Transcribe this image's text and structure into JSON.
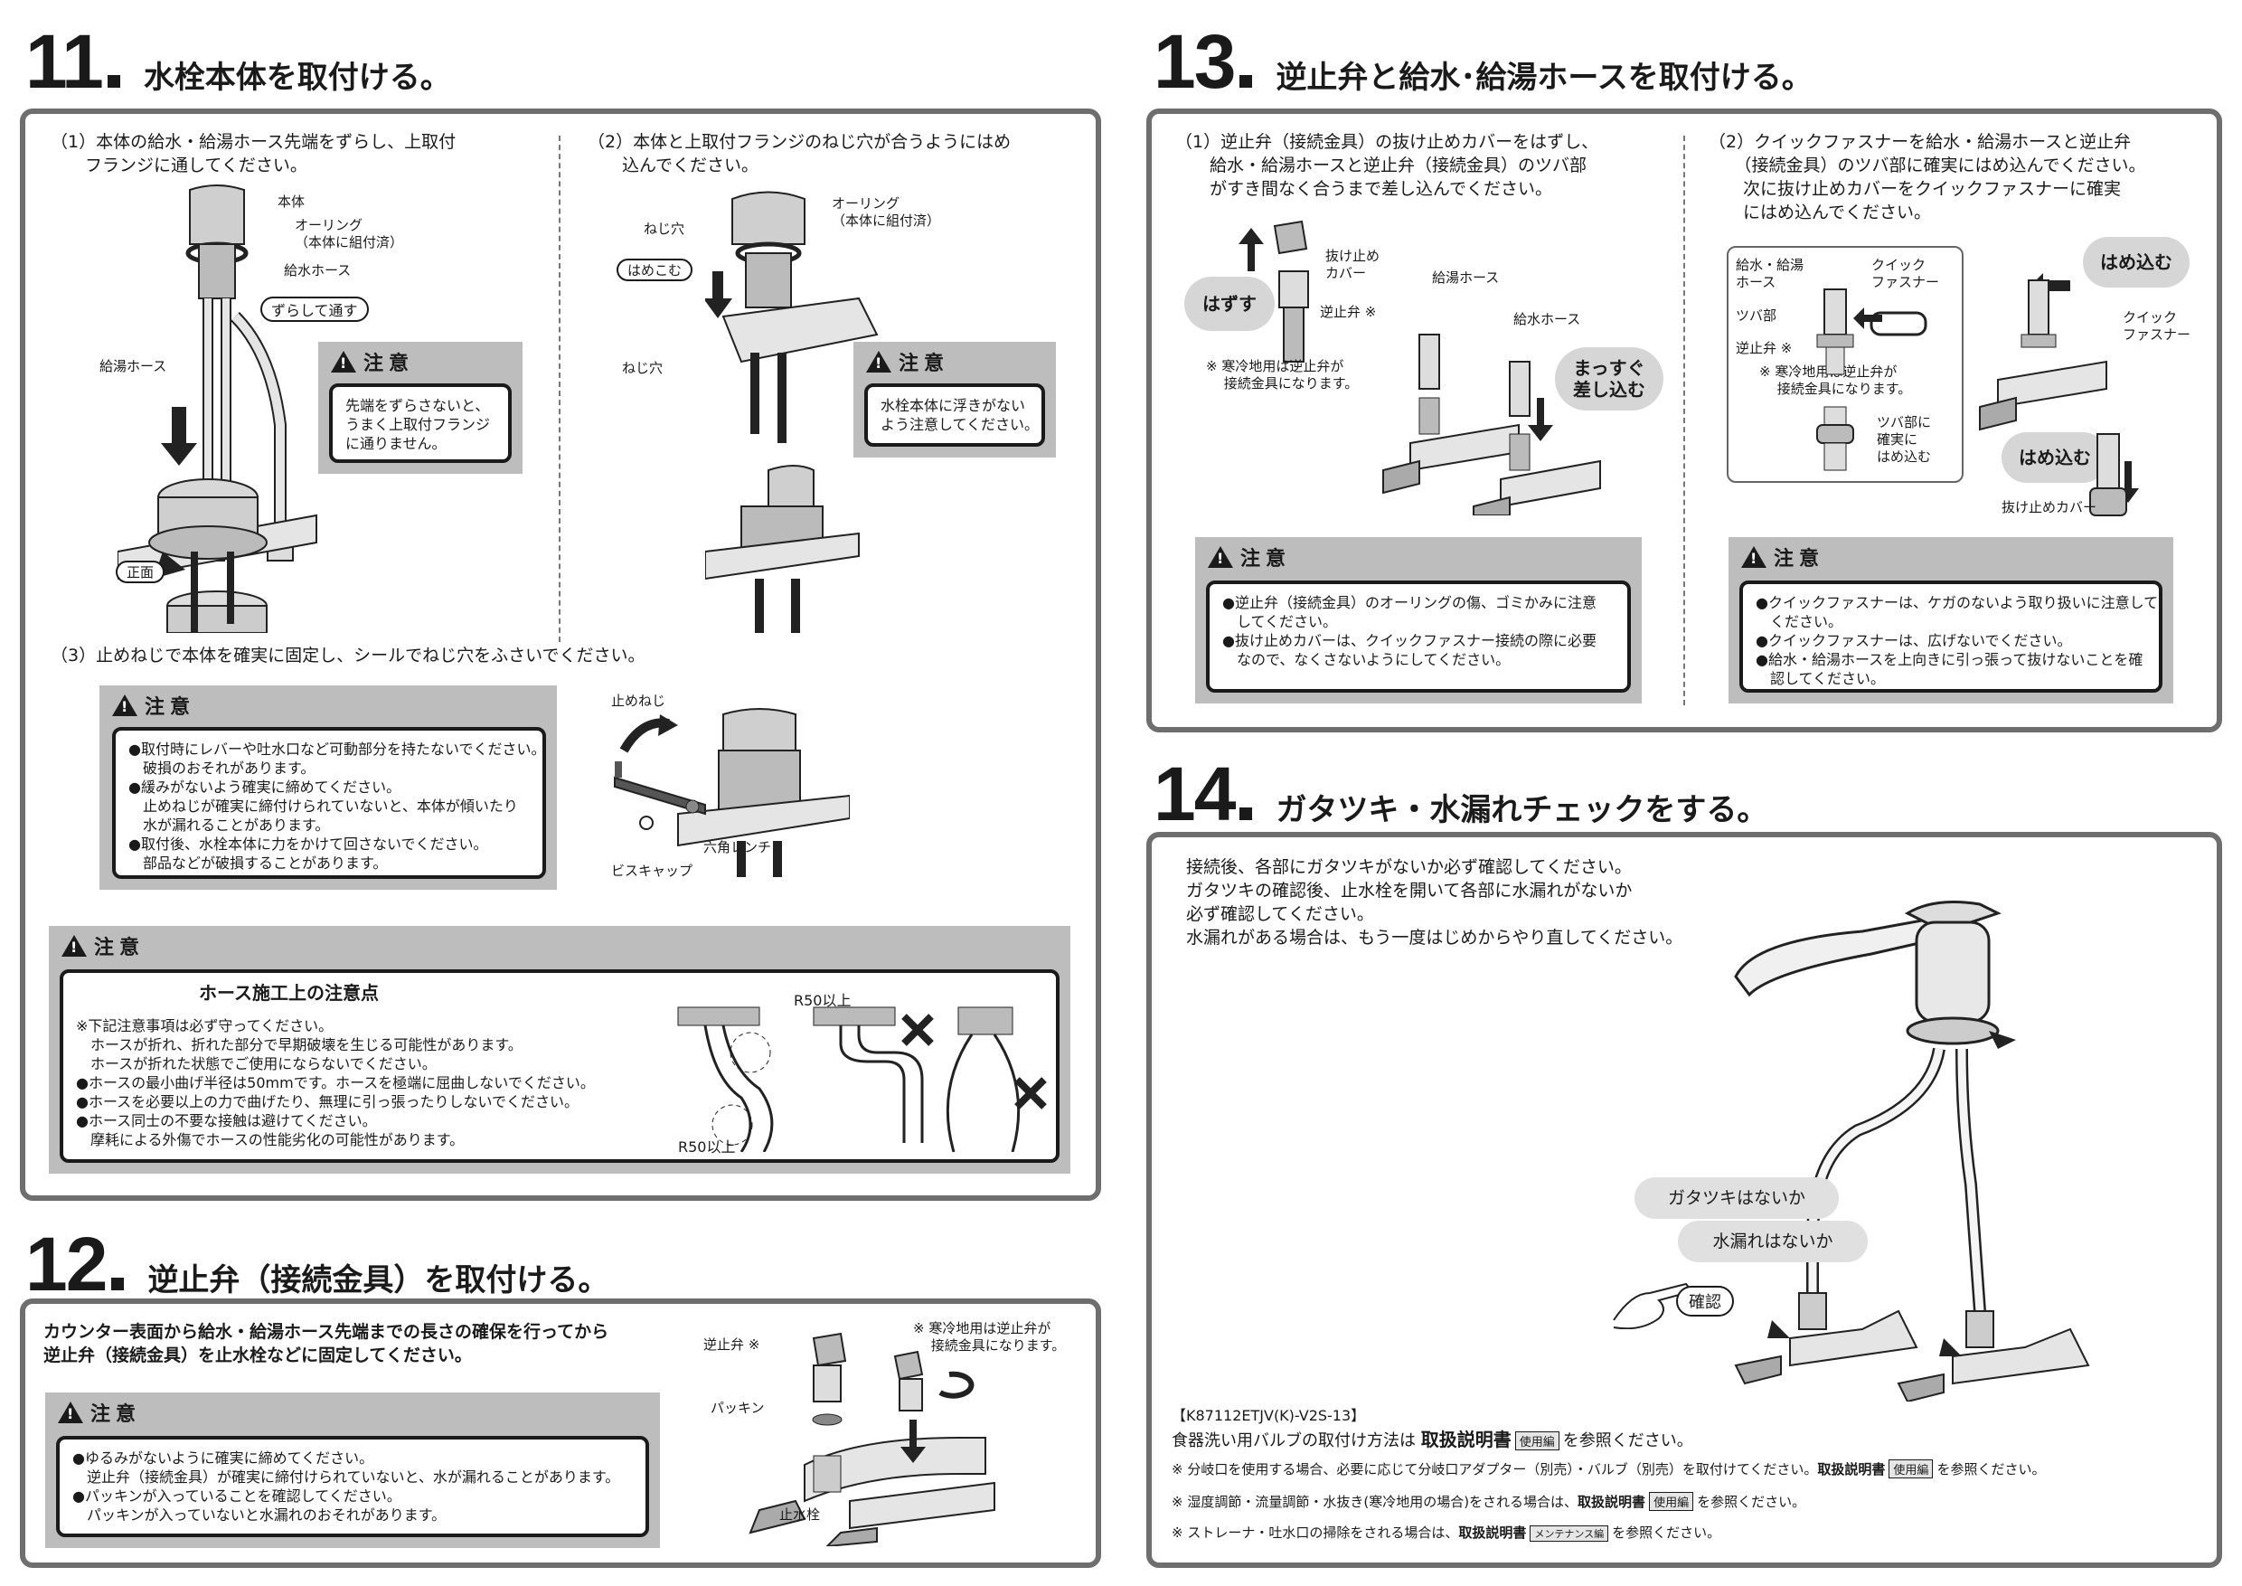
{
  "s11": {
    "num": "11",
    "title": "水栓本体を取付ける。",
    "step1": "（1）本体の給水・給湯ホース先端をずらし、上取付\n　　フランジに通してください。",
    "step2": "（2）本体と上取付フランジのねじ穴が合うようにはめ\n　　込んでください。",
    "step3": "（3）止めねじで本体を確実に固定し、シールでねじ穴をふさいでください。",
    "labels": {
      "body": "本体",
      "oring": "オーリング\n（本体に組付済）",
      "supply_hose": "給水ホース",
      "shift": "ずらして通す",
      "hot_hose": "給湯ホース",
      "front": "正面",
      "screw_hole_a": "ねじ穴",
      "fit": "はめこむ",
      "screw_hole_b": "ねじ穴",
      "oring2": "オーリング\n（本体に組付済）",
      "set_screw": "止めねじ",
      "hex_wrench": "六角レンチ",
      "screw_cap": "ビスキャップ"
    },
    "caution_label": "注意",
    "caution1": "先端をずらさないと、\nうまく上取付フランジ\nに通りません。",
    "caution2": "水栓本体に浮きがない\nよう注意してください。",
    "caution3": "●取付時にレバーや吐水口など可動部分を持たないでください。\n　破損のおそれがあります。\n●緩みがないよう確実に締めてください。\n　止めねじが確実に締付けられていないと、本体が傾いたり\n　水が漏れることがあります。\n●取付後、水栓本体に力をかけて回さないでください。\n　部品などが破損することがあります。",
    "hose_title": "ホース施工上の注意点",
    "hose_notes": "※下記注意事項は必ず守ってください。\n　ホースが折れ、折れた部分で早期破壊を生じる可能性があります。\n　ホースが折れた状態でご使用にならないでください。\n●ホースの最小曲げ半径は50mmです。ホースを極端に屈曲しないでください。\n●ホースを必要以上の力で曲げたり、無理に引っ張ったりしないでください。\n●ホース同士の不要な接触は避けてください。\n　摩耗による外傷でホースの性能劣化の可能性があります。",
    "r50a": "R50以上",
    "r50b": "R50以上"
  },
  "s12": {
    "num": "12",
    "title": "逆止弁（接続金具）を取付ける。",
    "intro": "カウンター表面から給水・給湯ホース先端までの長さの確保を行ってから\n逆止弁（接続金具）を止水栓などに固定してください。",
    "caution_label": "注意",
    "caution": "●ゆるみがないように確実に締めてください。\n　逆止弁（接続金具）が確実に締付けられていないと、水が漏れることがあります。\n●パッキンが入っていることを確認してください。\n　パッキンが入っていないと水漏れのおそれがあります。",
    "labels": {
      "check_valve": "逆止弁 ※",
      "packing": "パッキン",
      "stop_valve": "止水栓",
      "cold_note": "※ 寒冷地用は逆止弁が\n　 接続金具になります。"
    }
  },
  "s13": {
    "num": "13",
    "title": "逆止弁と給水･給湯ホースを取付ける。",
    "step1": "（1）逆止弁（接続金具）の抜け止めカバーをはずし、\n　　給水・給湯ホースと逆止弁（接続金具）のツバ部\n　　がすき間なく合うまで差し込んでください。",
    "step2": "（2）クイックファスナーを給水・給湯ホースと逆止弁\n　　（接続金具）のツバ部に確実にはめ込んでください。\n　　次に抜け止めカバーをクイックファスナーに確実\n　　にはめ込んでください。",
    "labels": {
      "remove": "はずす",
      "cover": "抜け止め\nカバー",
      "check_valve": "逆止弁 ※",
      "cold_note": "※ 寒冷地用は逆止弁が\n　 接続金具になります。",
      "hot_hose": "給湯ホース",
      "supply_hose": "給水ホース",
      "straight": "まっすぐ\n差し込む",
      "hoses": "給水・給湯\nホース",
      "quick": "クイック\nファスナー",
      "flange": "ツバ部",
      "check_valve2": "逆止弁 ※",
      "cold_note2": "※ 寒冷地用は逆止弁が\n　 接続金具になります。",
      "flange_confirm": "ツバ部に\n確実に\nはめ込む",
      "fit_in_a": "はめ込む",
      "quick2": "クイック\nファスナー",
      "fit_in_b": "はめ込む",
      "cover2": "抜け止めカバー"
    },
    "caution_label": "注意",
    "caution1": "●逆止弁（接続金具）のオーリングの傷、ゴミかみに注意\n　してください。\n●抜け止めカバーは、クイックファスナー接続の際に必要\n　なので、なくさないようにしてください。",
    "caution2": "●クイックファスナーは、ケガのないよう取り扱いに注意して\n　ください。\n●クイックファスナーは、広げないでください。\n●給水・給湯ホースを上向きに引っ張って抜けないことを確\n　認してください。"
  },
  "s14": {
    "num": "14",
    "title": "ガタツキ・水漏れチェックをする。",
    "intro": "接続後、各部にガタツキがないか必ず確認してください。\nガタツキの確認後、止水栓を開いて各部に水漏れがないか\n必ず確認してください。\n水漏れがある場合は、もう一度はじめからやり直してください。",
    "bubble1": "ガタツキはないか",
    "bubble2": "水漏れはないか",
    "confirm": "確認",
    "model": "【K87112ETJV(K)-V2S-13】",
    "ref_main": "食器洗い用バルブの取付け方法は",
    "ref_book": "取扱説明書",
    "tag_use": "使用編",
    "ref_tail": "を参照ください。",
    "note1_pre": "※ 分岐口を使用する場合、必要に応じて分岐口アダプター（別売）・バルブ（別売）を取付けてください。",
    "note1_tail": "を参照ください。",
    "note2_pre": "※ 湿度調節・流量調節・水抜き(寒冷地用の場合)をされる場合は、",
    "note2_tail": "を参照ください。",
    "note3_pre": "※ ストレーナ・吐水口の掃除をされる場合は、",
    "tag_maint": "メンテナンス編",
    "note3_tail": "を参照ください。"
  }
}
